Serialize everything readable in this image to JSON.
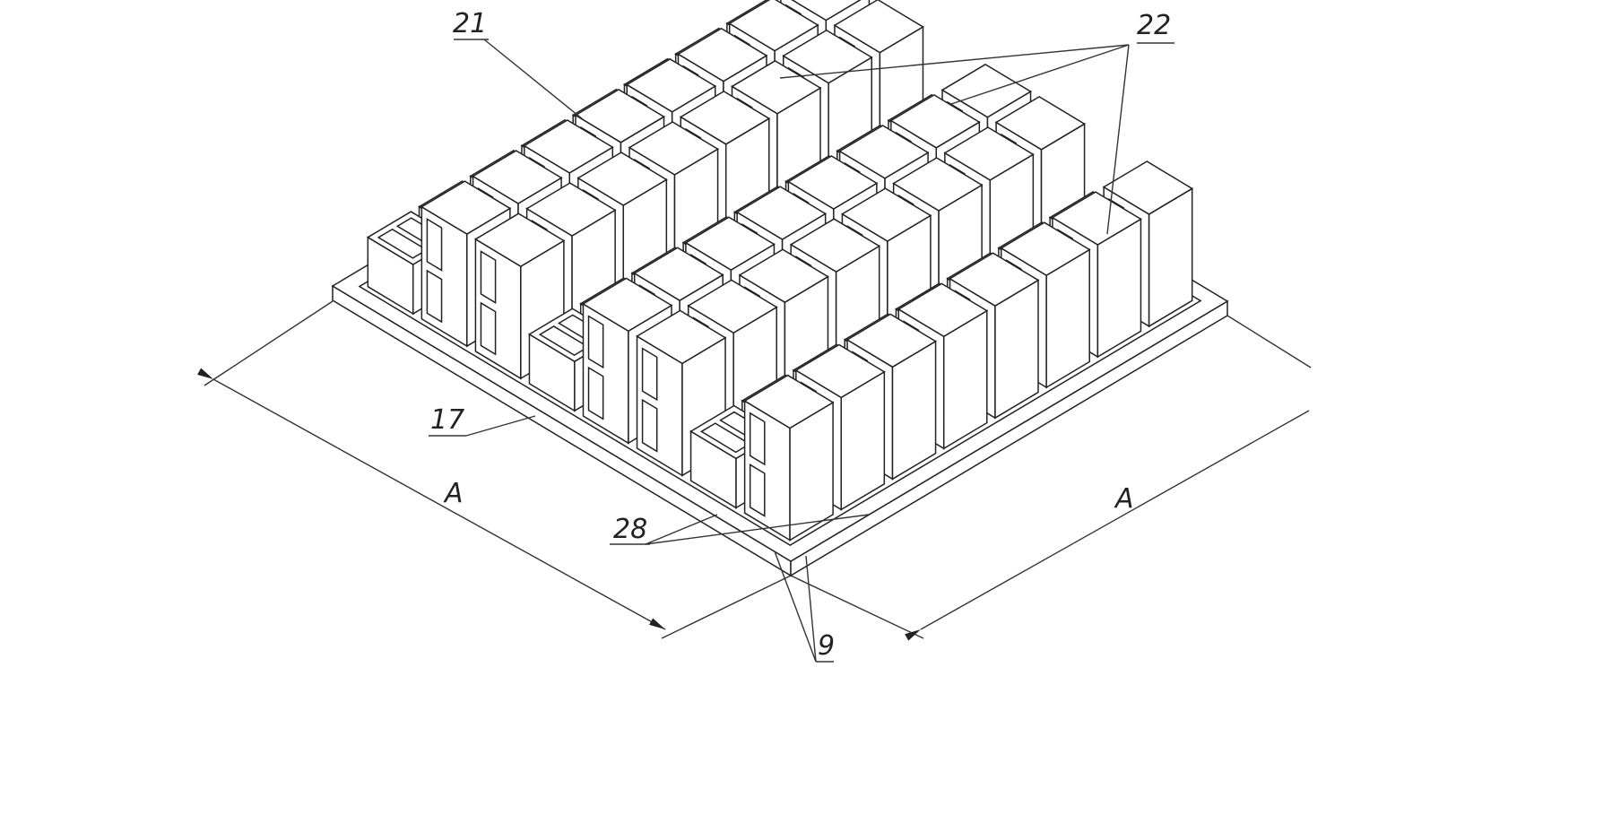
{
  "labels": {
    "ref_21": "21",
    "ref_22": "22",
    "ref_17": "17",
    "dim_left": "A",
    "dim_right": "A",
    "ref_28": "28",
    "ref_9": "9"
  },
  "colors": {
    "line": "#222222",
    "background": "#ffffff"
  }
}
